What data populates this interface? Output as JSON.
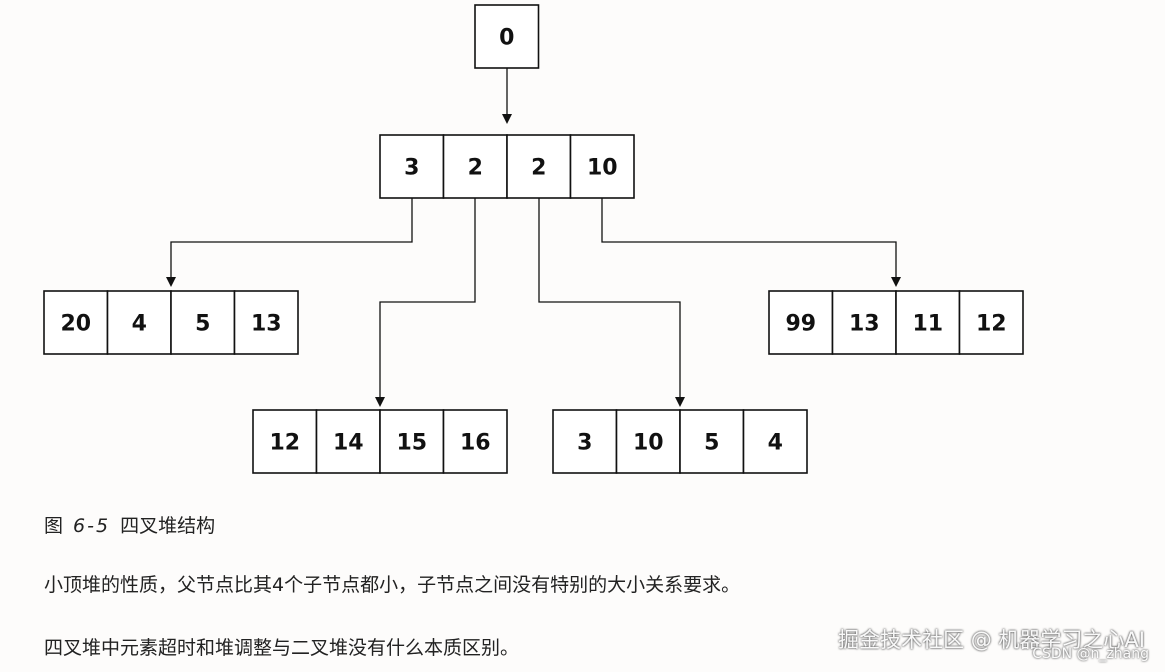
{
  "diagram": {
    "nodes": [
      {
        "id": "root",
        "values": [
          "0"
        ]
      },
      {
        "id": "level1",
        "values": [
          "3",
          "2",
          "2",
          "10"
        ]
      },
      {
        "id": "child-a",
        "values": [
          "20",
          "4",
          "5",
          "13"
        ]
      },
      {
        "id": "child-b",
        "values": [
          "12",
          "14",
          "15",
          "16"
        ]
      },
      {
        "id": "child-c",
        "values": [
          "3",
          "10",
          "5",
          "4"
        ]
      },
      {
        "id": "child-d",
        "values": [
          "99",
          "13",
          "11",
          "12"
        ]
      }
    ],
    "edges": [
      {
        "from": "root",
        "from_cell": 0,
        "to": "level1"
      },
      {
        "from": "level1",
        "from_cell": 0,
        "to": "child-a"
      },
      {
        "from": "level1",
        "from_cell": 1,
        "to": "child-b"
      },
      {
        "from": "level1",
        "from_cell": 2,
        "to": "child-c"
      },
      {
        "from": "level1",
        "from_cell": 3,
        "to": "child-d"
      }
    ]
  },
  "caption": {
    "prefix": "图",
    "number": "6-5",
    "title": "四叉堆结构"
  },
  "paragraphs": [
    "小顶堆的性质，父节点比其4个子节点都小，子节点之间没有特别的大小关系要求。",
    "四叉堆中元素超时和堆调整与二叉堆没有什么本质区别。"
  ],
  "watermark": {
    "main": "掘金技术社区 @ 机器学习之心AI",
    "sub": "CSDN @n_zhang"
  }
}
